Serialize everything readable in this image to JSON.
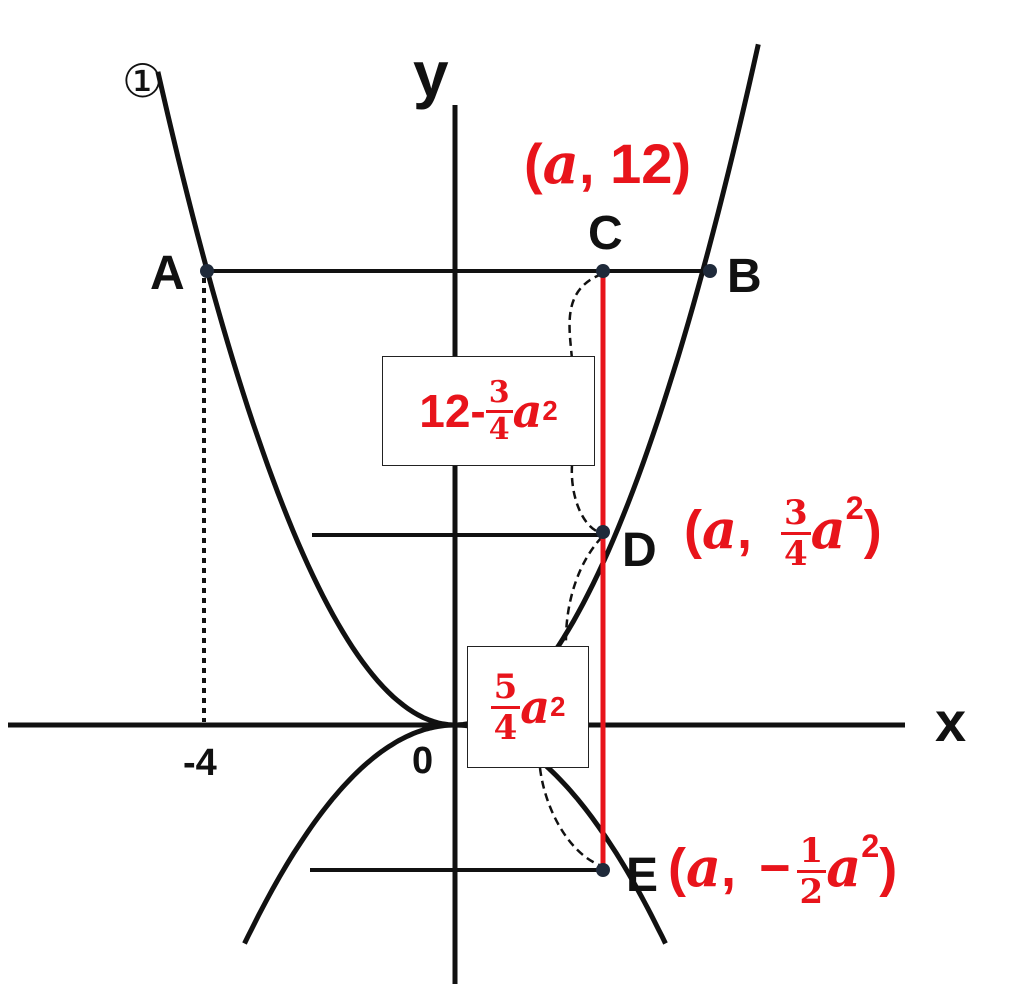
{
  "labels": {
    "circled": "①",
    "y_axis": "y",
    "x_axis": "x",
    "origin": "0",
    "tick_neg4": "-4",
    "A": "A",
    "B": "B",
    "C": "C",
    "D": "D",
    "E": "E"
  },
  "coords": {
    "C": {
      "open": "(",
      "var": "a",
      "sep": ", ",
      "val": "12",
      "close": ")"
    },
    "D": {
      "open": "(",
      "var": "a",
      "sep": ", ",
      "num": "3",
      "den": "4",
      "tail_var": "a",
      "exp": "2",
      "close": ")"
    },
    "E": {
      "open": "(",
      "var": "a",
      "sep": ", ",
      "neg": "−",
      "num": "1",
      "den": "2",
      "tail_var": "a",
      "exp": "2",
      "close": ")"
    }
  },
  "boxes": {
    "upper": {
      "prefix": "12-",
      "num": "3",
      "den": "4",
      "var": "a",
      "exp": "2"
    },
    "lower": {
      "num": "5",
      "den": "4",
      "var": "a",
      "exp": "2"
    }
  },
  "colors": {
    "accent": "#e8141b",
    "ink": "#111111",
    "point": "#1f2a3a"
  }
}
